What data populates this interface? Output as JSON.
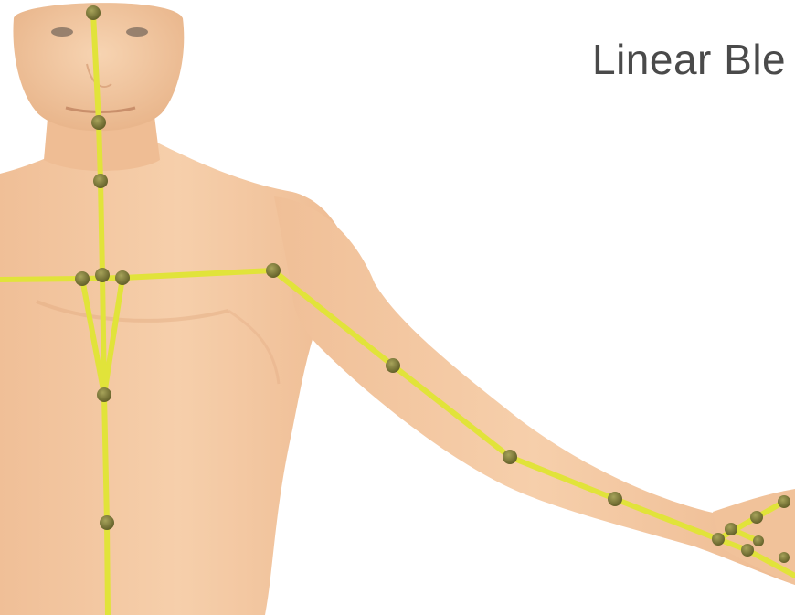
{
  "title": "Linear Ble",
  "colors": {
    "background": "#ffffff",
    "skin": "#f3c7a0",
    "skin_shadow": "#e3ab82",
    "bone": "#e1e33a",
    "joint": "#7a7836",
    "title_text": "#4a4a4a"
  },
  "icons": [
    "skeleton-rig",
    "joint-marker"
  ]
}
